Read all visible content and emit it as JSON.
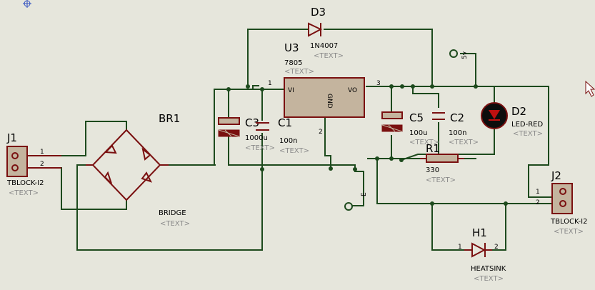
{
  "colors": {
    "background": "#e6e6dc",
    "wire": "#1d4a1d",
    "component": "#7a1010",
    "ic_fill": "#c4b49e",
    "label": "#000000",
    "placeholder": "#8a8a8a",
    "cursor": "#7a1010"
  },
  "icons": [
    "origin-crosshair-icon",
    "mouse-cursor-icon"
  ],
  "components": {
    "d3": {
      "ref": "D3",
      "value": "1N4007",
      "text": "<TEXT>"
    },
    "u3": {
      "ref": "U3",
      "value": "7805",
      "text": "<TEXT>",
      "pin_vi": "VI",
      "pin_vo": "VO",
      "pin_gnd": "GND",
      "pin1": "1",
      "pin2": "2",
      "pin3": "3"
    },
    "br1": {
      "ref": "BR1",
      "value": "BRIDGE",
      "text": "<TEXT>"
    },
    "c3": {
      "ref": "C3",
      "value": "1000u",
      "text": "<TEXT>"
    },
    "c1": {
      "ref": "C1",
      "value": "100n",
      "text": "<TEXT>"
    },
    "c5": {
      "ref": "C5",
      "value": "100u",
      "text": "<TEXT>"
    },
    "c2": {
      "ref": "C2",
      "value": "100n",
      "text": "<TEXT>"
    },
    "d2": {
      "ref": "D2",
      "value": "LED-RED",
      "text": "<TEXT>"
    },
    "r1": {
      "ref": "R1",
      "value": "330",
      "text": "<TEXT>"
    },
    "j1": {
      "ref": "J1",
      "value": "TBLOCK-I2",
      "text": "<TEXT>",
      "pin1": "1",
      "pin2": "2"
    },
    "j2": {
      "ref": "J2",
      "value": "TBLOCK-I2",
      "text": "<TEXT>",
      "pin1": "1",
      "pin2": "2"
    },
    "h1": {
      "ref": "H1",
      "value": "HEATSINK",
      "text": "<TEXT>",
      "pin1": "1",
      "pin2": "2"
    }
  },
  "terminals": {
    "v5": "5v",
    "ground": "E"
  }
}
